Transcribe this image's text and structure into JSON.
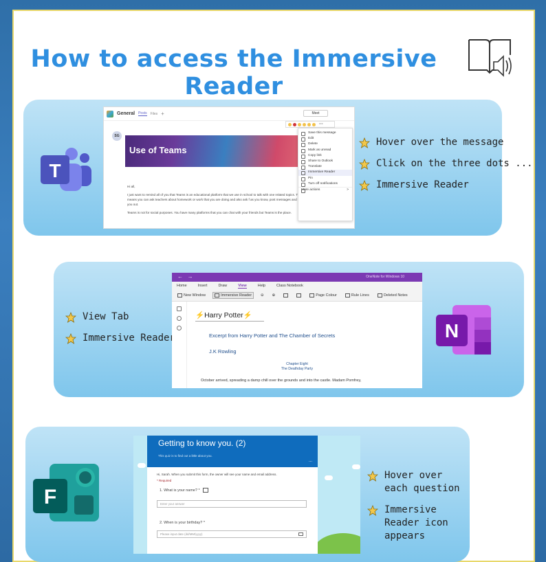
{
  "title": "How to access the Immersive Reader",
  "sections": {
    "teams": {
      "icon": "teams-icon",
      "bullets": [
        "Hover over the message",
        "Click on the three dots ...",
        "Immersive Reader"
      ],
      "screenshot": {
        "channel": "General",
        "tab_posts": "Posts",
        "tab_files": "Files",
        "meet": "Meet",
        "avatar": "SG",
        "banner_title": "Use of Teams",
        "greeting": "Hi all,",
        "body1": "I just want to remind all of you that Teams is an educational platform that we use in school to talk with one related topics. This means you can ask teachers about homework or work that you are doing and also ask f as you know, post messages and help you out.",
        "body2": "Teams is not for social purposes. You have many platforms that you can chat with your friends but Teams is the place.",
        "menu": [
          "Save this message",
          "Edit",
          "Delete",
          "Mark as unread",
          "Copy link",
          "Share to Outlook",
          "Translate",
          "Immersive Reader",
          "Pin",
          "Turn off notifications",
          "More actions"
        ],
        "menu_more_arrow": ">"
      }
    },
    "onenote": {
      "icon": "onenote-icon",
      "bullets": [
        "View Tab",
        "Immersive Reader"
      ],
      "screenshot": {
        "app_title": "OneNote for Windows 10",
        "tabs": [
          "Home",
          "Insert",
          "Draw",
          "View",
          "Help",
          "Class Notebook"
        ],
        "ribbon": {
          "new_window": "New Window",
          "immersive_reader": "Immersive Reader",
          "page_colour": "Page Colour",
          "rule_lines": "Rule Lines",
          "deleted_notes": "Deleted Notes"
        },
        "page_title": "Harry Potter",
        "excerpt": "Excerpt from Harry Potter and The Chamber of Secrets",
        "author": "J.K Rowling",
        "chapter": "Chapter Eight",
        "chapter_title": "The Deathday Party",
        "paragraph": "October arrived, spreading a damp chill over the grounds and into the castle. Madam Pomfrey,"
      }
    },
    "forms": {
      "icon": "forms-icon",
      "bullets": [
        "Hover over each question",
        "Immersive Reader icon appears"
      ],
      "screenshot": {
        "form_title": "Getting to know you. (2)",
        "form_subtitle": "This quiz is to find out a little about you.",
        "dots": "...",
        "notice": "Hi, Sarah. When you submit this form, the owner will see your name and email address.",
        "required": "* Required",
        "q1": "1. What is your name? *",
        "q1_placeholder": "Enter your answer",
        "q2": "2. When is your birthday? *",
        "q2_placeholder": "Please input date (dd/MM/yyyy)"
      }
    }
  },
  "colors": {
    "title": "#2f8fe0",
    "teams_purple": "#5b5fc7",
    "onenote_purple": "#7b39b3",
    "forms_teal": "#0f6cbd",
    "panel_blue": "#7fc6ec",
    "star": "#f3c84a"
  }
}
